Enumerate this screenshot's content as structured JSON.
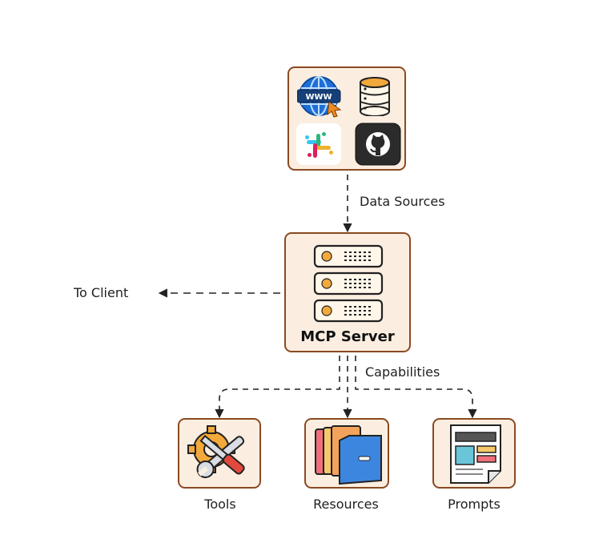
{
  "sources": {
    "label": "Data Sources",
    "icons": [
      "www-globe-icon",
      "database-icon",
      "slack-icon",
      "github-icon"
    ]
  },
  "server": {
    "title": "MCP Server",
    "icon": "server-rack-icon"
  },
  "client": {
    "label": "To Client"
  },
  "capabilities": {
    "label": "Capabilities",
    "items": [
      {
        "label": "Tools",
        "icon": "tools-icon"
      },
      {
        "label": "Resources",
        "icon": "folders-icon"
      },
      {
        "label": "Prompts",
        "icon": "prompt-document-icon"
      }
    ]
  },
  "colors": {
    "box_fill": "#fbeee0",
    "box_border": "#8a4a22",
    "server_dot": "#f2a93b",
    "arrow": "#222222"
  }
}
